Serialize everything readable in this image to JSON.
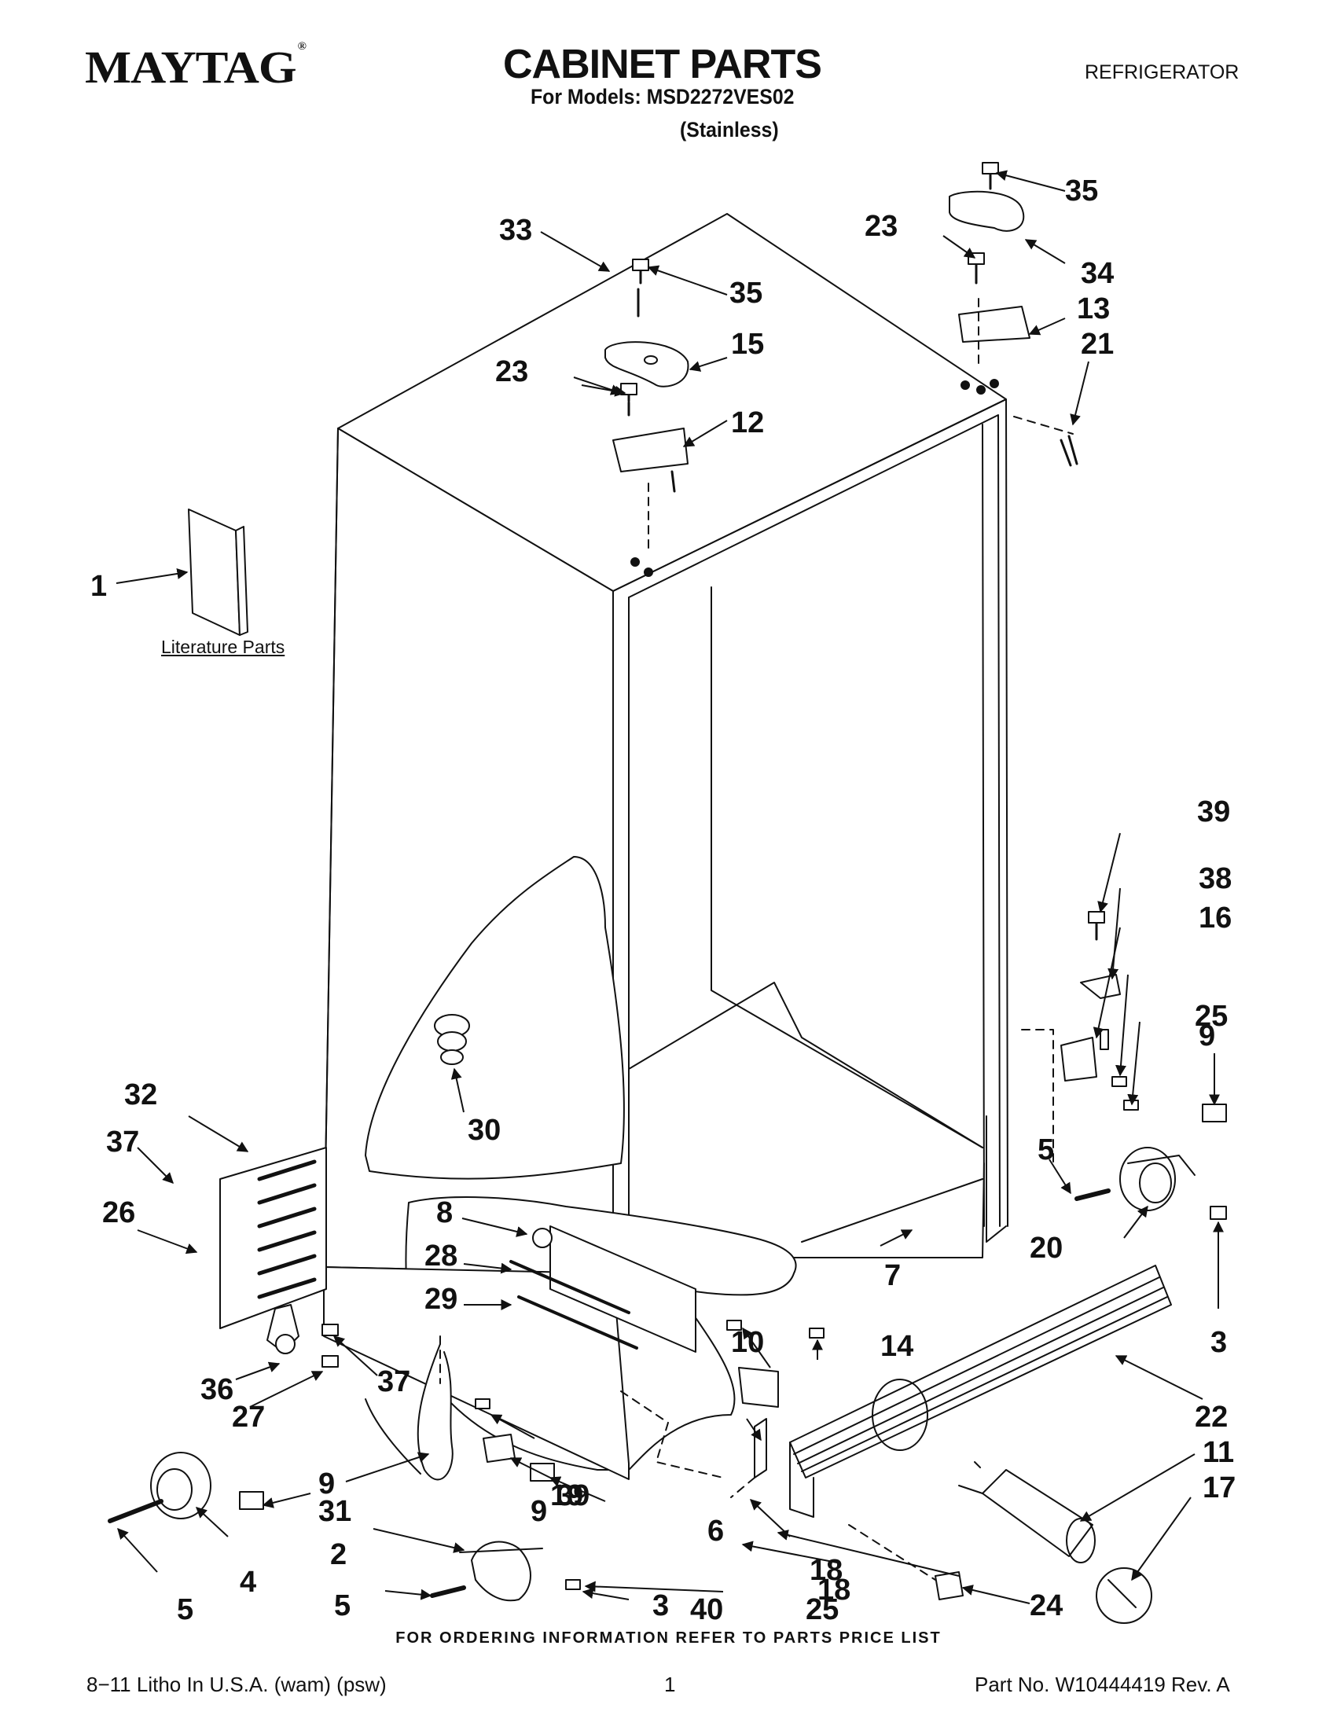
{
  "header": {
    "brand": "MAYTAG",
    "brand_mark": "®",
    "title": "CABINET PARTS",
    "models_line": "For Models: MSD2272VES02",
    "finish": "(Stainless)",
    "appliance": "REFRIGERATOR"
  },
  "diagram": {
    "literature_label": "Literature Parts",
    "callouts": [
      "1",
      "2",
      "3",
      "3",
      "4",
      "5",
      "5",
      "5",
      "6",
      "7",
      "8",
      "9",
      "9",
      "9",
      "10",
      "11",
      "12",
      "13",
      "14",
      "15",
      "16",
      "17",
      "18",
      "18",
      "19",
      "20",
      "21",
      "22",
      "23",
      "23",
      "24",
      "25",
      "25",
      "26",
      "27",
      "28",
      "29",
      "30",
      "31",
      "32",
      "33",
      "34",
      "35",
      "35",
      "36",
      "37",
      "37",
      "38",
      "39",
      "39",
      "40"
    ]
  },
  "footer": {
    "ordering_note": "FOR ORDERING INFORMATION REFER TO PARTS PRICE LIST",
    "litho": "8−11 Litho In U.S.A. (wam) (psw)",
    "page": "1",
    "part_no": "Part No. W10444419 Rev. A"
  }
}
